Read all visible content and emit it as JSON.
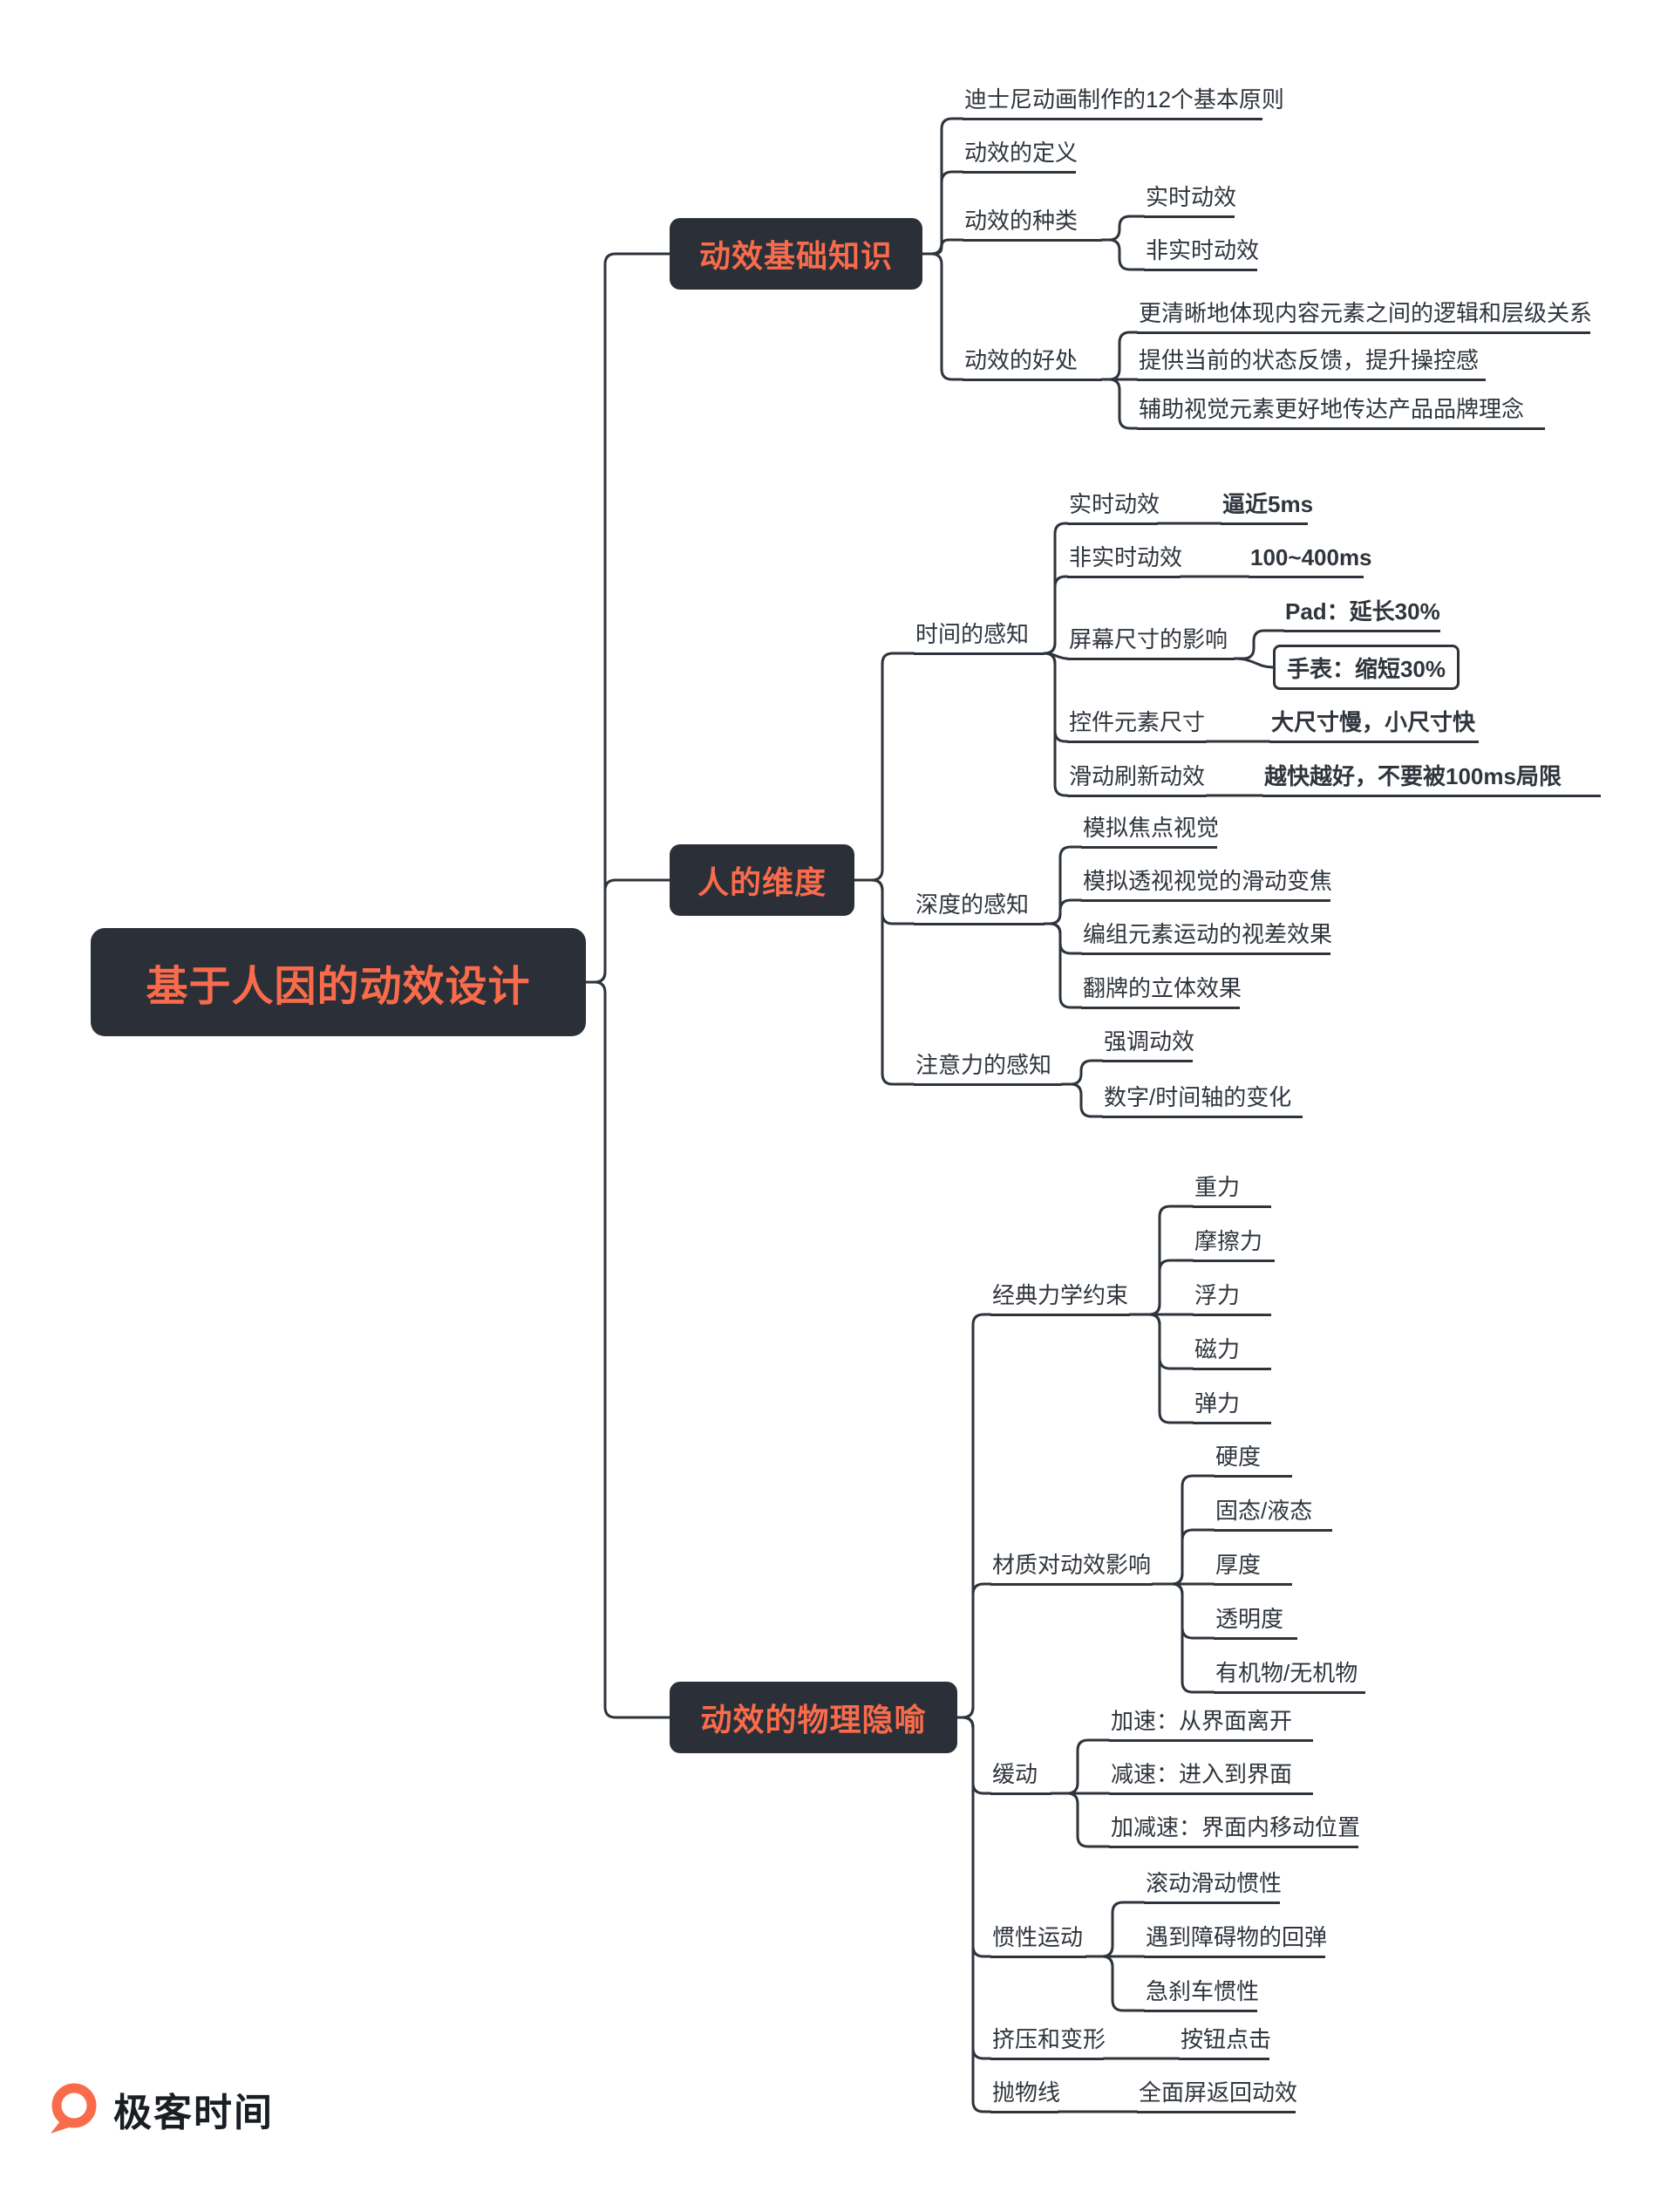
{
  "root": {
    "label": "基于人因的动效设计"
  },
  "branches": [
    {
      "label": "动效基础知识",
      "children": [
        {
          "label": "迪士尼动画制作的12个基本原则"
        },
        {
          "label": "动效的定义"
        },
        {
          "label": "动效的种类",
          "children": [
            {
              "label": "实时动效"
            },
            {
              "label": "非实时动效"
            }
          ]
        },
        {
          "label": "动效的好处",
          "children": [
            {
              "label": "更清晰地体现内容元素之间的逻辑和层级关系"
            },
            {
              "label": "提供当前的状态反馈，提升操控感"
            },
            {
              "label": "辅助视觉元素更好地传达产品品牌理念"
            }
          ]
        }
      ]
    },
    {
      "label": "人的维度",
      "children": [
        {
          "label": "时间的感知",
          "children": [
            {
              "label": "实时动效",
              "children": [
                {
                  "label": "逼近5ms"
                }
              ]
            },
            {
              "label": "非实时动效",
              "children": [
                {
                  "label": "100~400ms"
                }
              ]
            },
            {
              "label": "屏幕尺寸的影响",
              "children": [
                {
                  "label": "Pad：延长30%"
                },
                {
                  "label": "手表：缩短30%"
                }
              ]
            },
            {
              "label": "控件元素尺寸",
              "children": [
                {
                  "label": "大尺寸慢，小尺寸快"
                }
              ]
            },
            {
              "label": "滑动刷新动效",
              "children": [
                {
                  "label": "越快越好，不要被100ms局限"
                }
              ]
            }
          ]
        },
        {
          "label": "深度的感知",
          "children": [
            {
              "label": "模拟焦点视觉"
            },
            {
              "label": "模拟透视视觉的滑动变焦"
            },
            {
              "label": "编组元素运动的视差效果"
            },
            {
              "label": "翻牌的立体效果"
            }
          ]
        },
        {
          "label": "注意力的感知",
          "children": [
            {
              "label": "强调动效"
            },
            {
              "label": "数字/时间轴的变化"
            }
          ]
        }
      ]
    },
    {
      "label": "动效的物理隐喻",
      "children": [
        {
          "label": "经典力学约束",
          "children": [
            {
              "label": "重力"
            },
            {
              "label": "摩擦力"
            },
            {
              "label": "浮力"
            },
            {
              "label": "磁力"
            },
            {
              "label": "弹力"
            }
          ]
        },
        {
          "label": "材质对动效影响",
          "children": [
            {
              "label": "硬度"
            },
            {
              "label": "固态/液态"
            },
            {
              "label": "厚度"
            },
            {
              "label": "透明度"
            },
            {
              "label": "有机物/无机物"
            }
          ]
        },
        {
          "label": "缓动",
          "children": [
            {
              "label": "加速：从界面离开"
            },
            {
              "label": "减速：进入到界面"
            },
            {
              "label": "加减速：界面内移动位置"
            }
          ]
        },
        {
          "label": "惯性运动",
          "children": [
            {
              "label": "滚动滑动惯性"
            },
            {
              "label": "遇到障碍物的回弹"
            },
            {
              "label": "急刹车惯性"
            }
          ]
        },
        {
          "label": "挤压和变形",
          "children": [
            {
              "label": "按钮点击"
            }
          ]
        },
        {
          "label": "抛物线",
          "children": [
            {
              "label": "全面屏返回动效"
            }
          ]
        }
      ]
    }
  ],
  "footer": {
    "brand": "极客时间"
  },
  "colors": {
    "accent": "#fa6b4b",
    "node_bg": "#2b3038",
    "line": "#2e343b"
  }
}
